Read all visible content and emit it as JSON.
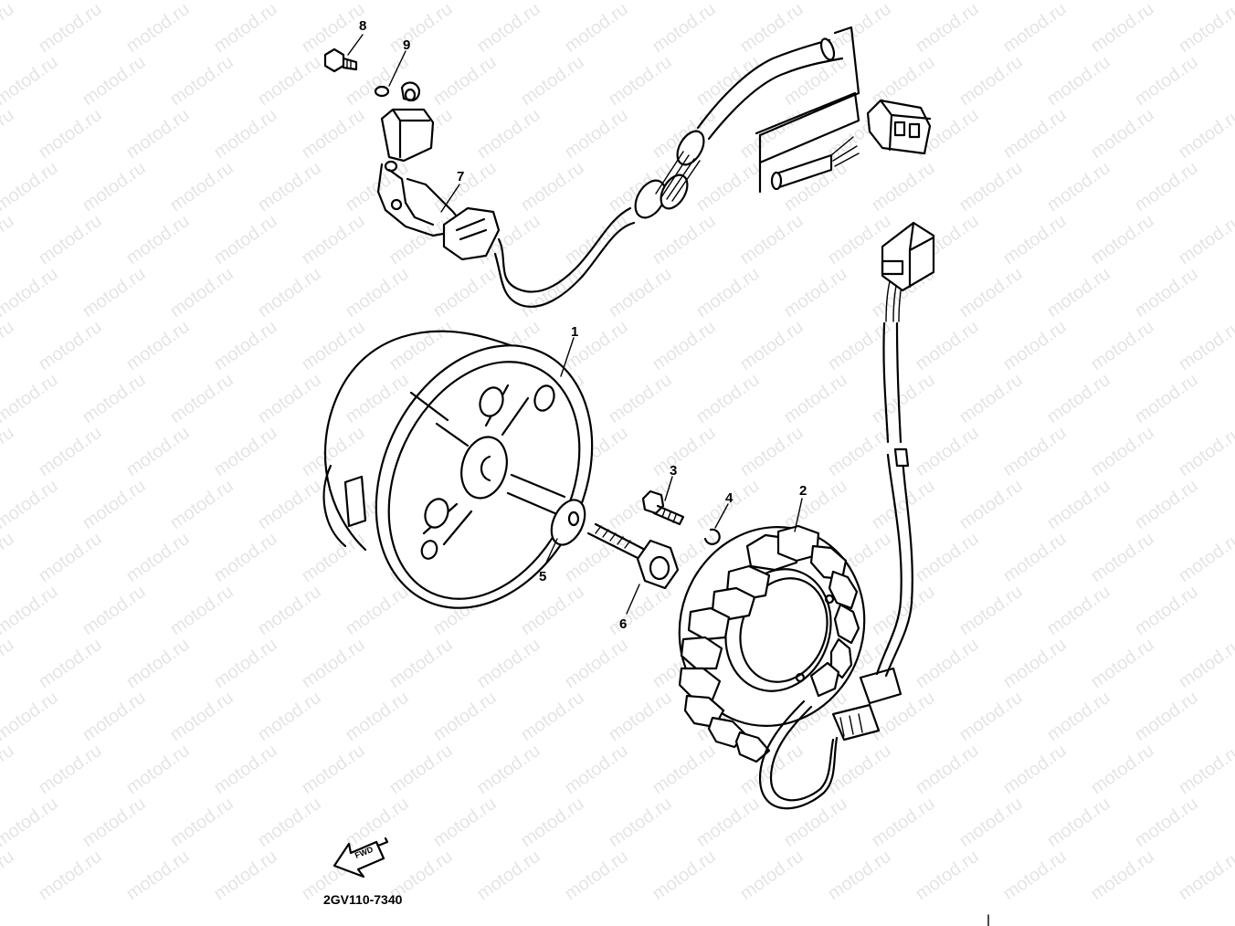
{
  "watermark": {
    "text": "motod.ru"
  },
  "parts": [
    {
      "id": "1",
      "label": "1"
    },
    {
      "id": "2",
      "label": "2"
    },
    {
      "id": "3",
      "label": "3"
    },
    {
      "id": "4",
      "label": "4"
    },
    {
      "id": "5",
      "label": "5"
    },
    {
      "id": "6",
      "label": "6"
    },
    {
      "id": "7",
      "label": "7"
    },
    {
      "id": "8",
      "label": "8"
    },
    {
      "id": "9",
      "label": "9"
    }
  ],
  "fwd_arrow": {
    "text": "FWD",
    "icon": "fwd-arrow-icon"
  },
  "diagram_code": "2GV110-7340"
}
